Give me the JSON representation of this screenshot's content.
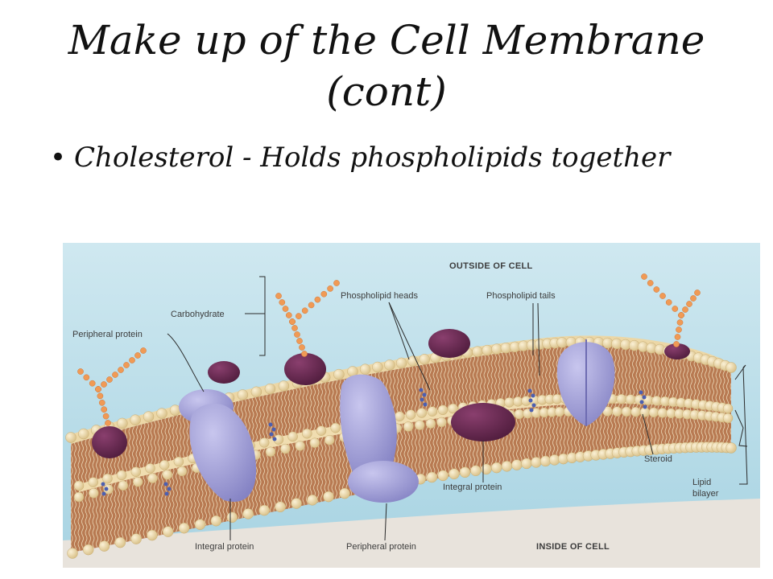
{
  "slide": {
    "title_line1": "Make up of the Cell Membrane",
    "title_line2": "(cont)",
    "bullet": "Cholesterol - Holds phospholipids together"
  },
  "diagram": {
    "labels": {
      "outside_of_cell": "OUTSIDE OF CELL",
      "inside_of_cell": "INSIDE OF CELL",
      "carbohydrate": "Carbohydrate",
      "peripheral_protein_top": "Peripheral protein",
      "phospholipid_heads": "Phospholipid heads",
      "phospholipid_tails": "Phospholipid tails",
      "steroid": "Steroid",
      "lipid_bilayer_line1": "Lipid",
      "lipid_bilayer_line2": "bilayer",
      "integral_protein_left": "Integral protein",
      "peripheral_protein_bottom": "Peripheral protein",
      "integral_protein_center": "Integral protein"
    },
    "colors": {
      "outside_background": "#bfe0ea",
      "membrane_tails": "#b2724a",
      "phospholipid_head": "#f0ddb0",
      "protein": "#a9a7d6",
      "purple_peripheral": "#6c2a55",
      "carbohydrate_chain": "#f09a55",
      "steroid": "#4c5fb0"
    }
  }
}
